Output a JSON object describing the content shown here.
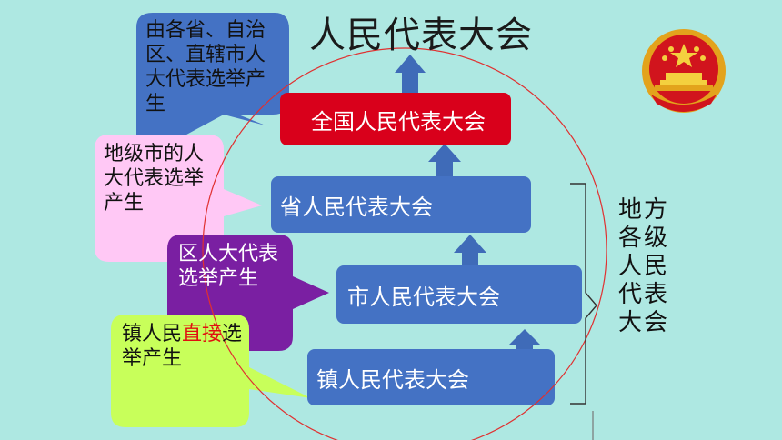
{
  "title": "人民代表大会",
  "boxes": {
    "national": "全国人民代表大会",
    "province": "省人民代表大会",
    "city": "市人民代表大会",
    "town": "镇人民代表大会"
  },
  "bubbles": {
    "national": "由各省、自治区、直辖市人大代表选举产生",
    "province": "地级市的人大代表选举产生",
    "city": "区人大代表选举产生",
    "town_prefix": "镇人民",
    "town_emph": "直接",
    "town_suffix": "选举产生"
  },
  "side_label": "地方各级人民代表大会",
  "colors": {
    "background": "#aee8e2",
    "box_blue": "#4472c4",
    "box_red": "#d9001b",
    "arrow": "#3f6bb8",
    "bubble_blue": "#4472c4",
    "bubble_pink": "#ffc8f5",
    "bubble_purple": "#7a1fa2",
    "bubble_green": "#c8ff5a",
    "circle": "#e03030",
    "emphasis": "#e01010"
  },
  "icons": {
    "emblem": "national-emblem-icon"
  }
}
